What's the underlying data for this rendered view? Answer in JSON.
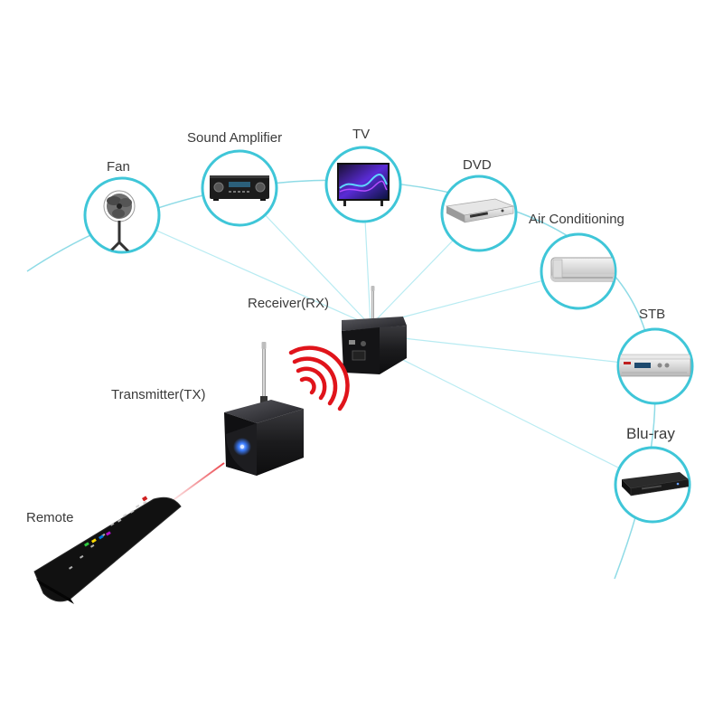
{
  "devices": [
    {
      "id": "fan",
      "label": "Fan",
      "icon": "fan-icon"
    },
    {
      "id": "sound",
      "label": "Sound Amplifier",
      "icon": "amplifier-icon"
    },
    {
      "id": "tv",
      "label": "TV",
      "icon": "tv-icon"
    },
    {
      "id": "dvd",
      "label": "DVD",
      "icon": "dvd-player-icon"
    },
    {
      "id": "ac",
      "label": "Air Conditioning",
      "icon": "air-conditioner-icon"
    },
    {
      "id": "stb",
      "label": "STB",
      "icon": "set-top-box-icon"
    },
    {
      "id": "bluray",
      "label": "Blu-ray",
      "icon": "bluray-player-icon"
    }
  ],
  "receiver": {
    "label": "Receiver(RX)",
    "icon": "receiver-box-icon"
  },
  "transmitter": {
    "label": "Transmitter(TX)",
    "icon": "transmitter-box-icon"
  },
  "remote": {
    "label": "Remote",
    "icon": "remote-control-icon"
  },
  "colors": {
    "ring": "#3fc6d8",
    "link": "#a9e6ee",
    "signal": "#e0141b",
    "ir_beam": "#e8323a",
    "box": "#1b1b1d",
    "led": "#3a7cff"
  }
}
